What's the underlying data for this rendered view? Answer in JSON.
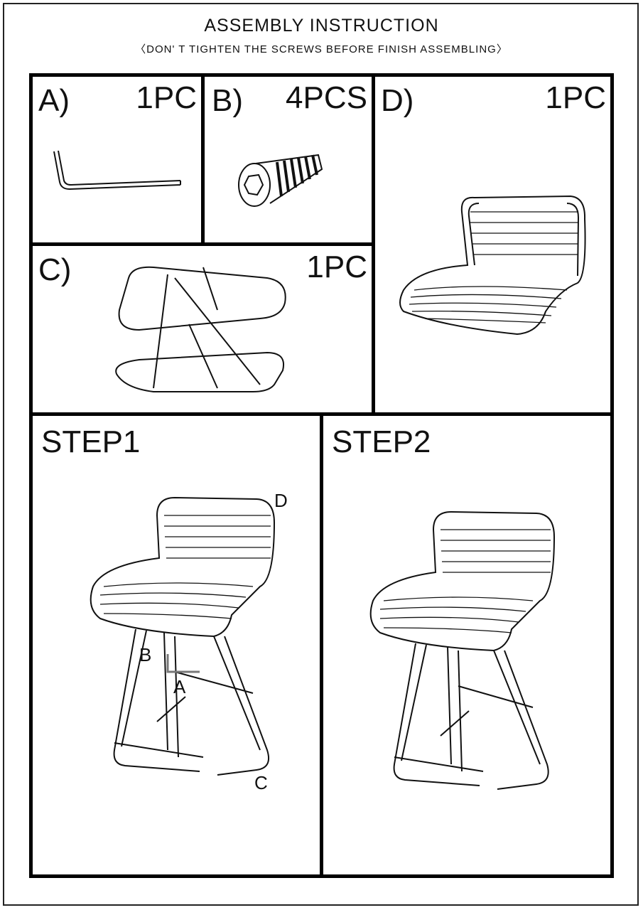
{
  "header": {
    "title": "ASSEMBLY INSTRUCTION",
    "subtitle": "〈DON' T TIGHTEN THE SCREWS BEFORE FINISH ASSEMBLING〉"
  },
  "parts": [
    {
      "label": "A)",
      "qty": "1PC",
      "item": "allen-key"
    },
    {
      "label": "B)",
      "qty": "4PCS",
      "item": "screw"
    },
    {
      "label": "C)",
      "qty": "1PC",
      "item": "leg-frame"
    },
    {
      "label": "D)",
      "qty": "1PC",
      "item": "seat"
    }
  ],
  "steps": [
    {
      "label": "STEP1",
      "callouts": {
        "seat": "D",
        "screw": "B",
        "key": "A",
        "frame": "C"
      }
    },
    {
      "label": "STEP2"
    }
  ]
}
